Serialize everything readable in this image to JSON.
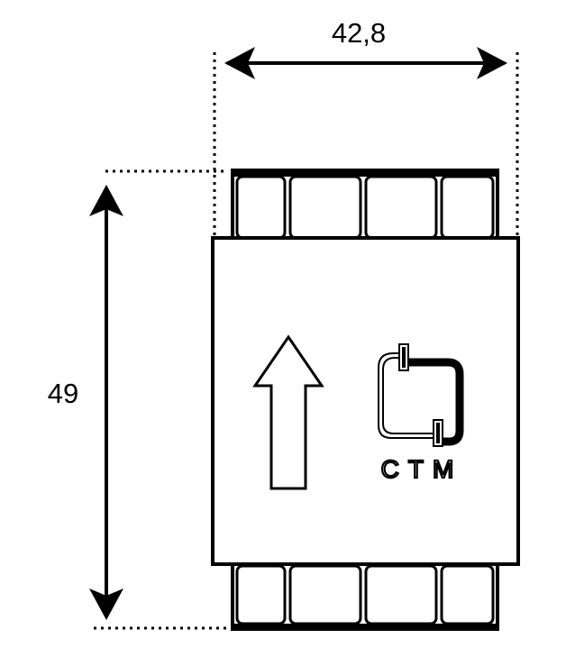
{
  "diagram": {
    "width_dimension": "42,8",
    "height_dimension": "49"
  },
  "logo": {
    "text": "CTM",
    "icon": "pipe-clamp-logo-icon"
  },
  "direction_arrow": {
    "icon": "up-arrow-icon"
  },
  "colors": {
    "line": "#000000",
    "background": "#ffffff"
  }
}
